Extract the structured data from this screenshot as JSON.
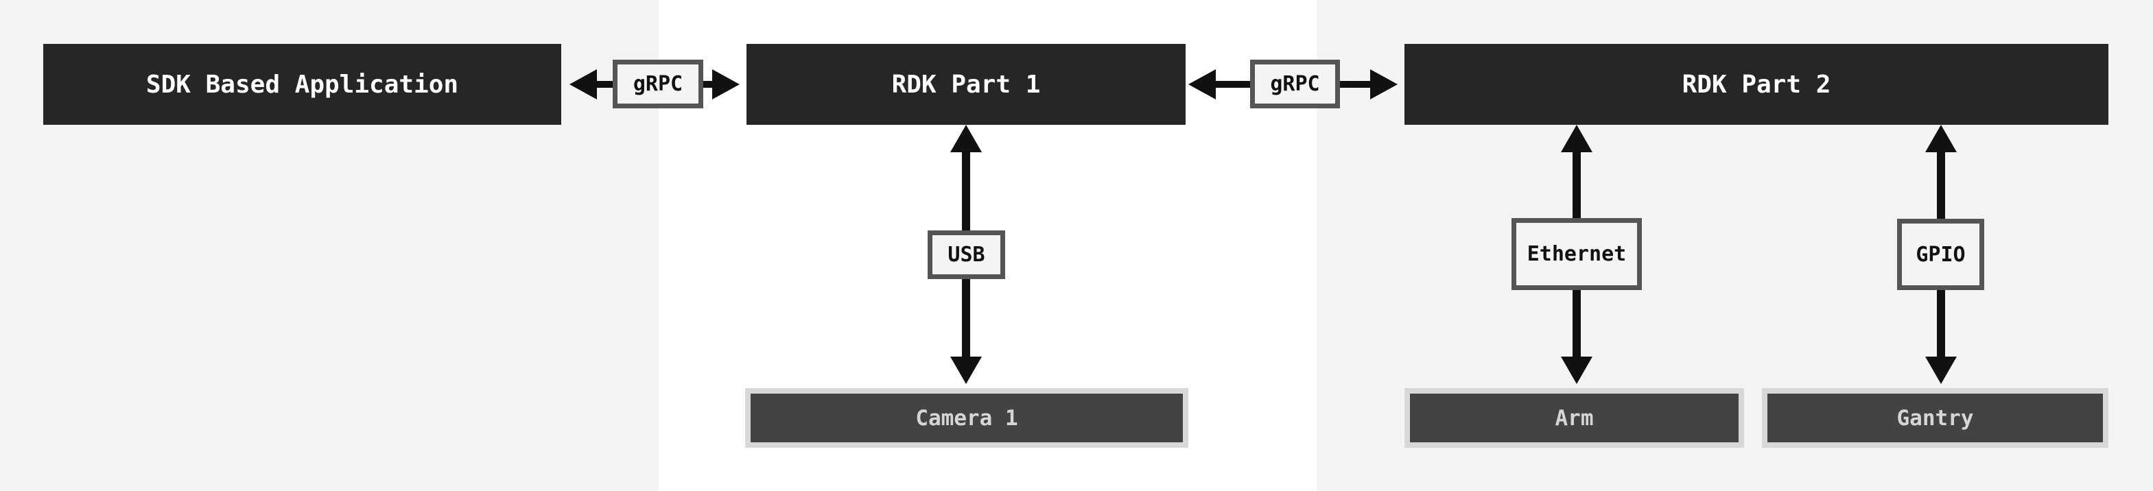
{
  "diagram": {
    "type": "flowchart",
    "nodes": {
      "sdk": {
        "label": "SDK Based Application",
        "kind": "application"
      },
      "rdk1": {
        "label": "RDK Part 1",
        "kind": "application"
      },
      "rdk2": {
        "label": "RDK Part 2",
        "kind": "application"
      },
      "camera1": {
        "label": "Camera 1",
        "kind": "component"
      },
      "arm": {
        "label": "Arm",
        "kind": "component"
      },
      "gantry": {
        "label": "Gantry",
        "kind": "component"
      }
    },
    "edges": {
      "sdk_rdk1": {
        "from": "sdk",
        "to": "rdk1",
        "label": "gRPC",
        "direction": "bidirectional"
      },
      "rdk1_rdk2": {
        "from": "rdk1",
        "to": "rdk2",
        "label": "gRPC",
        "direction": "bidirectional"
      },
      "rdk1_camera1": {
        "from": "rdk1",
        "to": "camera1",
        "label": "USB",
        "direction": "bidirectional"
      },
      "rdk2_arm": {
        "from": "rdk2",
        "to": "arm",
        "label": "Ethernet",
        "direction": "bidirectional"
      },
      "rdk2_gantry": {
        "from": "rdk2",
        "to": "gantry",
        "label": "GPIO",
        "direction": "bidirectional"
      }
    },
    "colors": {
      "background_gray": "#f4f4f4",
      "background_white": "#ffffff",
      "node_fill": "#262626",
      "node_text": "#ffffff",
      "edge_label_fill": "#f4f4f4",
      "edge_label_border": "#555555",
      "edge_label_text": "#111111",
      "component_fill": "#434343",
      "component_border": "#d8d8d8",
      "component_text": "#d6d6d6",
      "arrow": "#111111"
    }
  }
}
